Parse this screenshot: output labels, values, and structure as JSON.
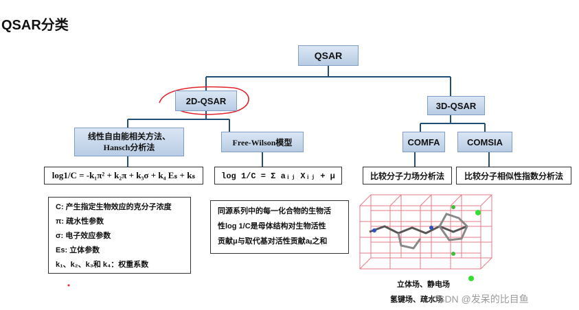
{
  "page_title": "QSAR分类",
  "root": "QSAR",
  "branch_2d": "2D-QSAR",
  "branch_3d": "3D-QSAR",
  "hansch": {
    "line1": "线性自由能相关方法、",
    "line2": "Hansch分析法"
  },
  "free_wilson": "Free-Wilson模型",
  "comfa": "COMFA",
  "comsia": "COMSIA",
  "hansch_formula": "log1/C = -k₁π² + k₂π + k₃σ + k₄ Eₛ + kₛ",
  "free_wilson_formula": "log 1/C = Σ aᵢⱼ Xᵢⱼ + μ",
  "comfa_desc": "比较分子力场分析法",
  "comsia_desc": "比较分子相似性指数分析法",
  "hansch_params": [
    "C:   产生指定生物效应的克分子浓度",
    "π: 疏水性参数",
    "σ: 电子效应参数",
    "Es: 立体参数",
    "k₁、k₂、k₃和 k₄：权重系数"
  ],
  "free_wilson_desc": [
    "同源系列中的每一化合物的生物活",
    "性log 1/C是母体结构对生物活性",
    "贡献μ与取代基对活性贡献aᵢⱼ之和"
  ],
  "field_labels": {
    "line1": "立体场、静电场",
    "line2": "氢键场、疏水场"
  },
  "watermark": "CSDN @发呆的比目鱼"
}
